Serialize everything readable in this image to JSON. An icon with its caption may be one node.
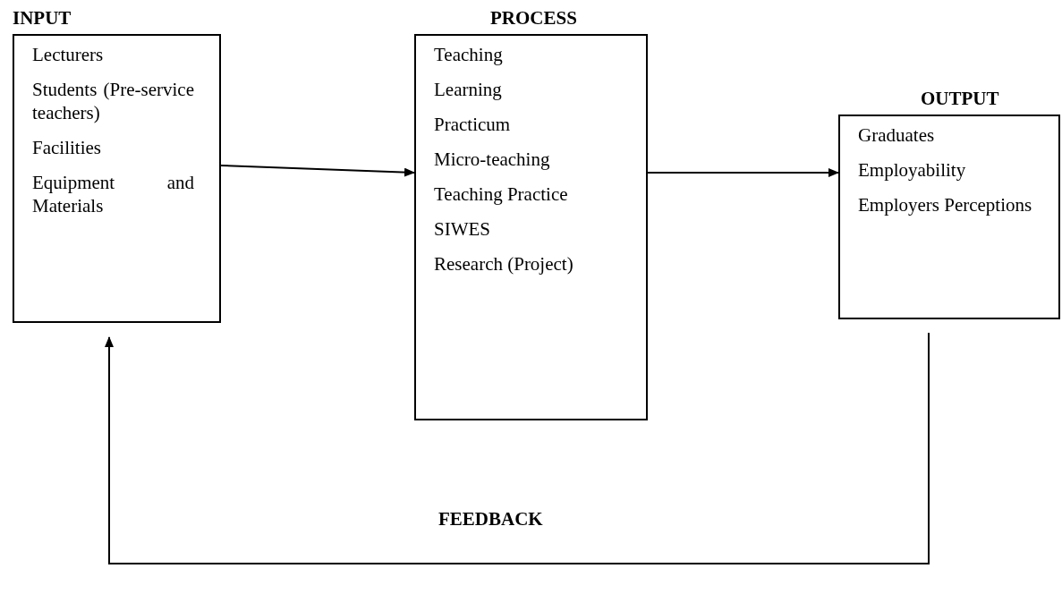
{
  "diagram": {
    "nodes": [
      {
        "text": [
          "INPUT",
          "Lecturers",
          "Students (Pre-service teachers)",
          "Facilities",
          "Equipment and Materials"
        ]
      },
      {
        "text": [
          "PROCESS",
          "Teaching",
          "Learning",
          "Practicum",
          "Micro-teaching",
          "Teaching Practice",
          "SIWES",
          "Research (Project)"
        ]
      },
      {
        "text": [
          "OUTPUT",
          "Graduates",
          "Employability",
          "Employers Perceptions"
        ]
      }
    ],
    "edges": [
      {
        "from": 0,
        "to": 1,
        "arrow": "to"
      },
      {
        "from": 1,
        "to": 2,
        "arrow": "to"
      },
      {
        "from": 2,
        "to": 0,
        "arrow": "to"
      }
    ],
    "labels": [
      "FEEDBACK"
    ]
  }
}
